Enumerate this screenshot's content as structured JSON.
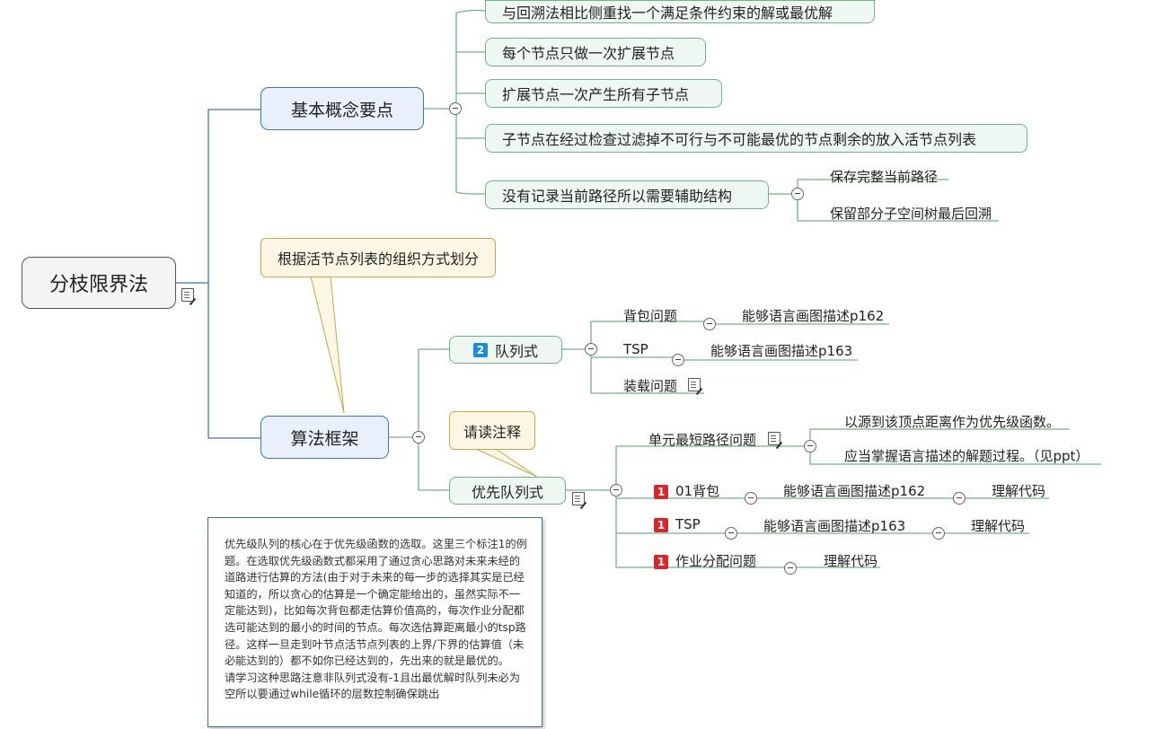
{
  "root": {
    "label": "分枝限界法"
  },
  "branches": {
    "basic": {
      "label": "基本概念要点",
      "items": [
        "与回溯法相比侧重找一个满足条件约束的解或最优解",
        "每个节点只做一次扩展节点",
        "扩展节点一次产生所有子节点",
        "子节点在经过检查过滤掉不可行与不可能最优的节点剩余的放入活节点列表",
        "没有记录当前路径所以需要辅助结构"
      ],
      "aux": [
        "保存完整当前路径",
        "保留部分子空间树最后回溯"
      ]
    },
    "framework": {
      "label": "算法框架",
      "callout": "根据活节点列表的组织方式划分",
      "queue": {
        "badge": "2",
        "label": "队列式",
        "items": [
          {
            "label": "背包问题",
            "child": "能够语言画图描述p162"
          },
          {
            "label": "TSP",
            "child": "能够语言画图描述p163"
          },
          {
            "label": "装载问题"
          }
        ]
      },
      "priority": {
        "label": "优先队列式",
        "callout": "请读注释",
        "shortest": {
          "label": "单元最短路径问题",
          "children": [
            "以源到该顶点距离作为优先级函数。",
            "应当掌握语言描述的解题过程。（见ppt）"
          ]
        },
        "items": [
          {
            "badge": "1",
            "label": "01背包",
            "child": "能够语言画图描述p162",
            "grandchild": "理解代码"
          },
          {
            "badge": "1",
            "label": "TSP",
            "child": "能够语言画图描述p163",
            "grandchild": "理解代码"
          },
          {
            "badge": "1",
            "label": "作业分配问题",
            "child": "理解代码"
          }
        ]
      }
    }
  },
  "note_popup": {
    "text": "优先级队列的核心在于优先级函数的选取。这里三个标注1的例题。在选取优先级函数式都采用了通过贪心思路对未来未经的道路进行估算的方法(由于对于未来的每一步的选择其实是已经知道的，所以贪心的估算是一个确定能给出的，虽然实际不一定能达到)，比如每次背包都走估算价值高的，每次作业分配都选可能达到的最小的时间的节点。每次选估算距离最小的tsp路径。这样一旦走到叶节点活节点列表的上界/下界的估算值（未必能达到的）都不如你已经达到的，先出来的就是最优的。\n请学习这种思路注意非队列式没有-1且出最优解时队列未必为空所以要通过while循环的层数控制确保跳出"
  },
  "colors": {
    "main_border": "#3f74b5",
    "sub_border": "#6db48a",
    "callout_border": "#c9a74a",
    "badge_blue": "#1b8be0",
    "badge_red": "#d9262b"
  }
}
